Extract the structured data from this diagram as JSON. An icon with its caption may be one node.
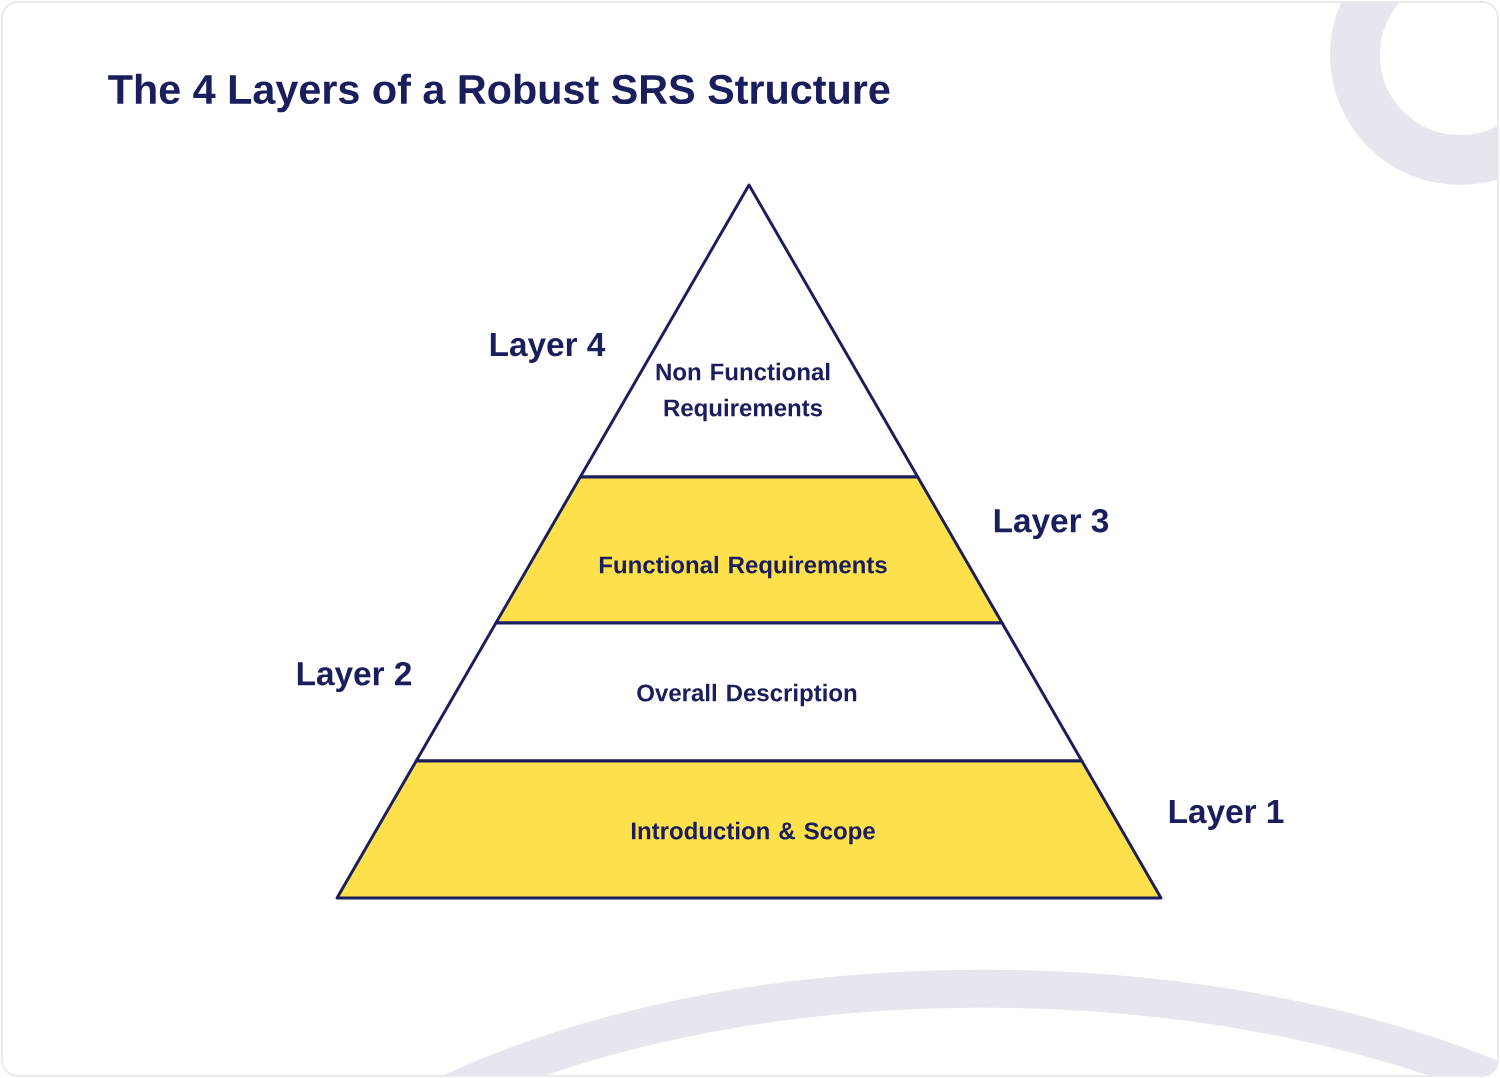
{
  "diagram": {
    "title": "The 4 Layers of a Robust SRS Structure",
    "nodes": [
      {
        "text": [
          "Non Functional Requirements"
        ],
        "beside": [
          "Layer 4"
        ]
      },
      {
        "text": [
          "Functional Requirements"
        ],
        "beside": [
          "Layer 3"
        ]
      },
      {
        "text": [
          "Overall Description"
        ],
        "beside": [
          "Layer 2"
        ]
      },
      {
        "text": [
          "Introduction & Scope"
        ],
        "beside": [
          "Layer 1"
        ]
      }
    ]
  }
}
